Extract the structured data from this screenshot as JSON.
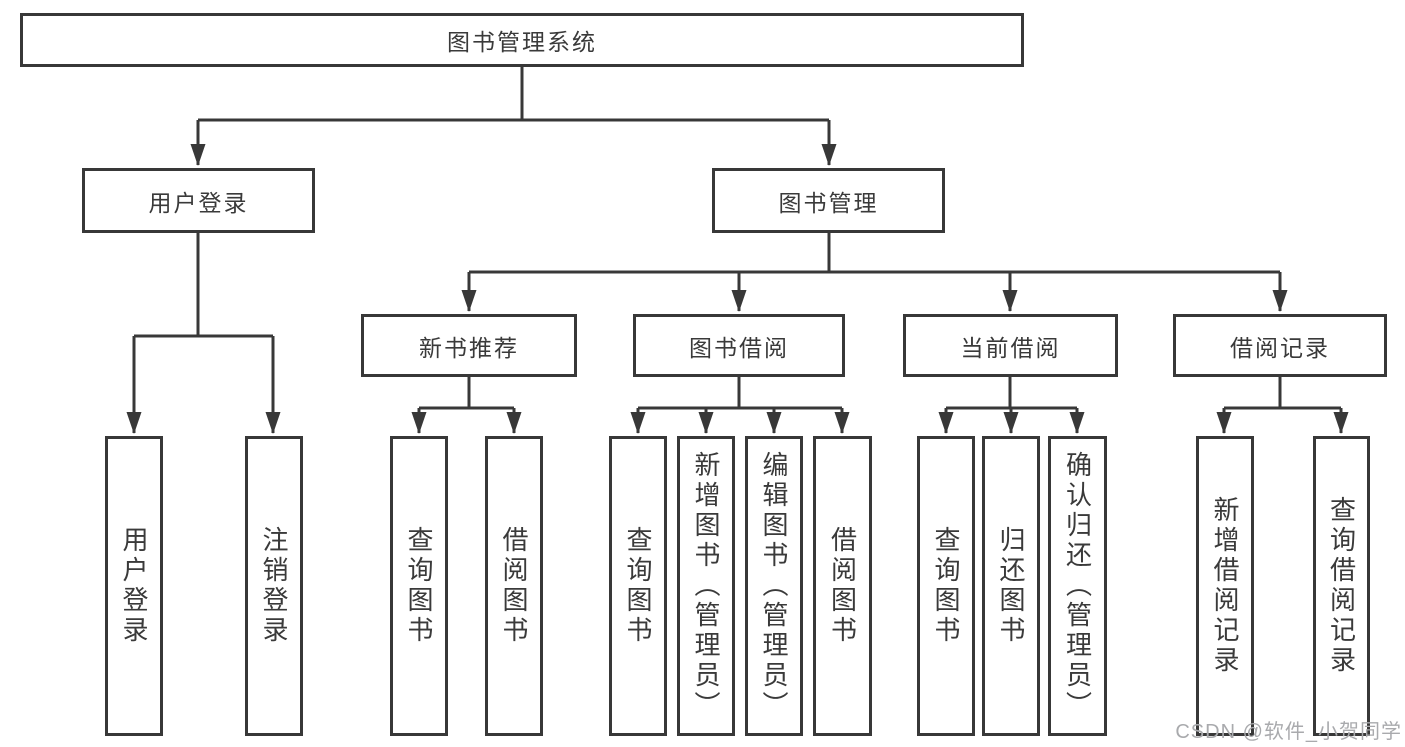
{
  "diagram": {
    "title": "图书管理系统",
    "type": "hierarchy-tree",
    "nodes": {
      "root": "图书管理系统",
      "user_login": "用户登录",
      "book_mgmt": "图书管理",
      "new_book_rec": "新书推荐",
      "book_borrow": "图书借阅",
      "current_borrow": "当前借阅",
      "borrow_records": "借阅记录",
      "ul_login": "用户登录",
      "ul_logout": "注销登录",
      "nbr_query": "查询图书",
      "nbr_borrow": "借阅图书",
      "bb_query": "查询图书",
      "bb_add": "新增图书（管理员）",
      "bb_edit": "编辑图书（管理员）",
      "bb_borrow": "借阅图书",
      "cb_query": "查询图书",
      "cb_return": "归还图书",
      "cb_confirm": "确认归还（管理员）",
      "br_add": "新增借阅记录",
      "br_query": "查询借阅记录"
    },
    "edges": [
      {
        "from": "root",
        "to": "user_login"
      },
      {
        "from": "root",
        "to": "book_mgmt"
      },
      {
        "from": "user_login",
        "to": "ul_login"
      },
      {
        "from": "user_login",
        "to": "ul_logout"
      },
      {
        "from": "book_mgmt",
        "to": "new_book_rec"
      },
      {
        "from": "book_mgmt",
        "to": "book_borrow"
      },
      {
        "from": "book_mgmt",
        "to": "current_borrow"
      },
      {
        "from": "book_mgmt",
        "to": "borrow_records"
      },
      {
        "from": "new_book_rec",
        "to": "nbr_query"
      },
      {
        "from": "new_book_rec",
        "to": "nbr_borrow"
      },
      {
        "from": "book_borrow",
        "to": "bb_query"
      },
      {
        "from": "book_borrow",
        "to": "bb_add"
      },
      {
        "from": "book_borrow",
        "to": "bb_edit"
      },
      {
        "from": "book_borrow",
        "to": "bb_borrow"
      },
      {
        "from": "current_borrow",
        "to": "cb_query"
      },
      {
        "from": "current_borrow",
        "to": "cb_return"
      },
      {
        "from": "current_borrow",
        "to": "cb_confirm"
      },
      {
        "from": "borrow_records",
        "to": "br_add"
      },
      {
        "from": "borrow_records",
        "to": "br_query"
      }
    ],
    "colors": {
      "border": "#383838",
      "line": "#383838",
      "text": "#3a3a3a",
      "background": "#ffffff",
      "watermark": "#a9aaad"
    }
  },
  "watermark": {
    "text": "CSDN @软件_小贺同学"
  }
}
